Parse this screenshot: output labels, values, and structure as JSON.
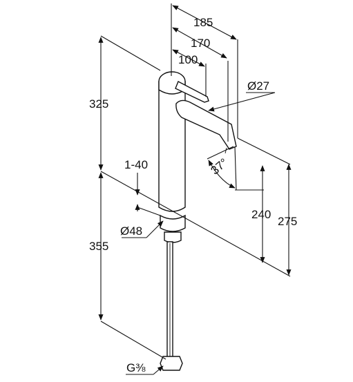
{
  "dimensions": {
    "width_185": "185",
    "width_170": "170",
    "width_100": "100",
    "diameter_spout": "Ø27",
    "height_325": "325",
    "height_355": "355",
    "deck_thickness": "1-40",
    "diameter_base": "Ø48",
    "height_240": "240",
    "height_275": "275",
    "spout_angle": "37°",
    "thread": "G⅜"
  }
}
